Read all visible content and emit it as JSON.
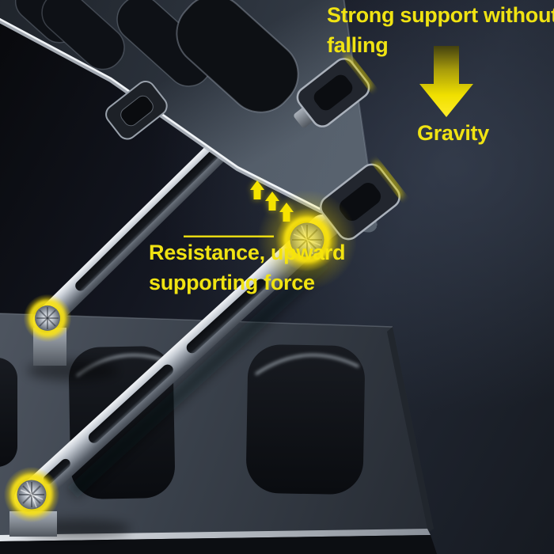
{
  "annotations": {
    "support": {
      "line1": "Strong support without",
      "line2": "falling"
    },
    "gravity": {
      "label": "Gravity",
      "icon": "down-arrow"
    },
    "resistance": {
      "line1": "Resistance, upward",
      "line2": "supporting force",
      "icon": "up-arrows",
      "arrow_count": 3
    }
  },
  "highlights": {
    "pivot_glow_count": 3,
    "hook_glow_count": 2,
    "glow_color": "#ffe400"
  },
  "colors": {
    "annotation_text": "#f0e312",
    "arrow_yellow": "#f5e300",
    "background_dark": "#0a0c10",
    "background_slate": "#2a303b",
    "metal_light": "#ccd2d9",
    "metal_mid": "#8d949e",
    "metal_dark": "#23272e"
  }
}
